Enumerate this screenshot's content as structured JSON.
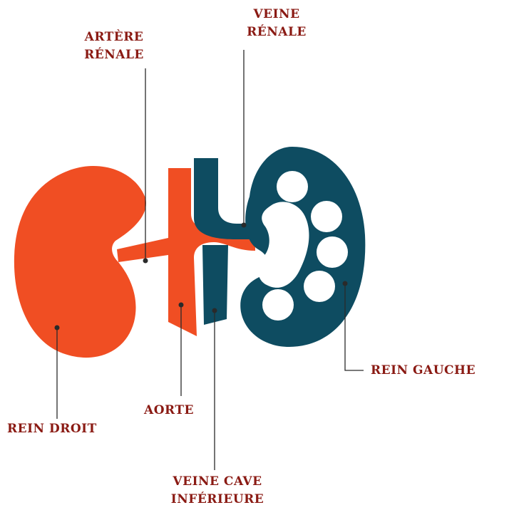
{
  "colors": {
    "artery": "#f04e23",
    "vein": "#0e4c61",
    "label_text": "#8a1a13",
    "leader_line": "#2a2a2a",
    "background": "#ffffff"
  },
  "labels": {
    "renal_artery": [
      "ARTÈRE",
      "RÉNALE"
    ],
    "renal_vein": [
      "VEINE",
      "RÉNALE"
    ],
    "right_kidney": "REIN DROIT",
    "left_kidney": "REIN GAUCHE",
    "aorta": "AORTE",
    "inferior_vena_cava": [
      "VEINE CAVE",
      "INFÉRIEURE"
    ]
  }
}
